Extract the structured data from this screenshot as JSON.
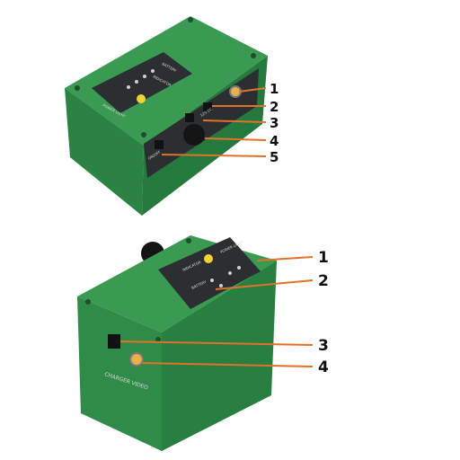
{
  "top_device": {
    "panel_labels": [
      "BATTERY",
      "INDICATOR",
      "POWER LIGHT"
    ],
    "side_labels": [
      "12V DC",
      "ON/OFF"
    ],
    "callouts": [
      "1",
      "2",
      "3",
      "4",
      "5"
    ]
  },
  "bottom_device": {
    "panel_labels": [
      "POWER LIGHT",
      "INDICATOR",
      "BATTERY"
    ],
    "side_label": "CHARGER VIDEO",
    "callouts": [
      "1",
      "2",
      "3",
      "4"
    ]
  },
  "colors": {
    "case_green": "#2e8b45",
    "case_dark": "#1f6a33",
    "panel_dark": "#2b2f31",
    "callout_line": "#e0722a",
    "led_yellow": "#f0d23a"
  }
}
